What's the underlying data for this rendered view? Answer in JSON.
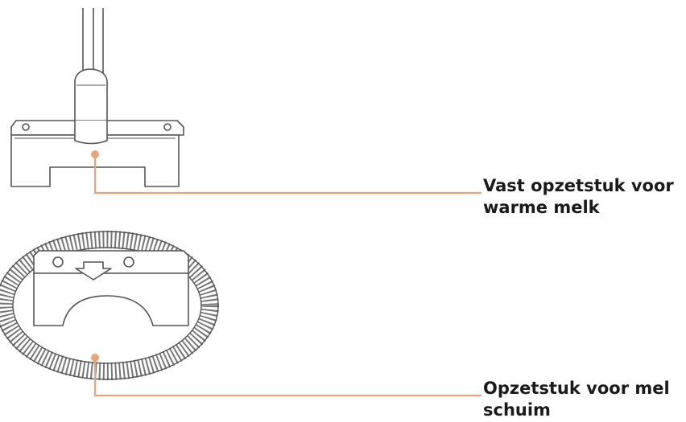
{
  "callouts": [
    {
      "line1": "Vast opzetstuk voor",
      "line2": "warme melk"
    },
    {
      "line1": "Opzetstuk voor mel",
      "line2": "schuim"
    }
  ],
  "colors": {
    "leader_line": "#e8a57d",
    "outline": "#555555",
    "text": "#1a1a1a"
  }
}
